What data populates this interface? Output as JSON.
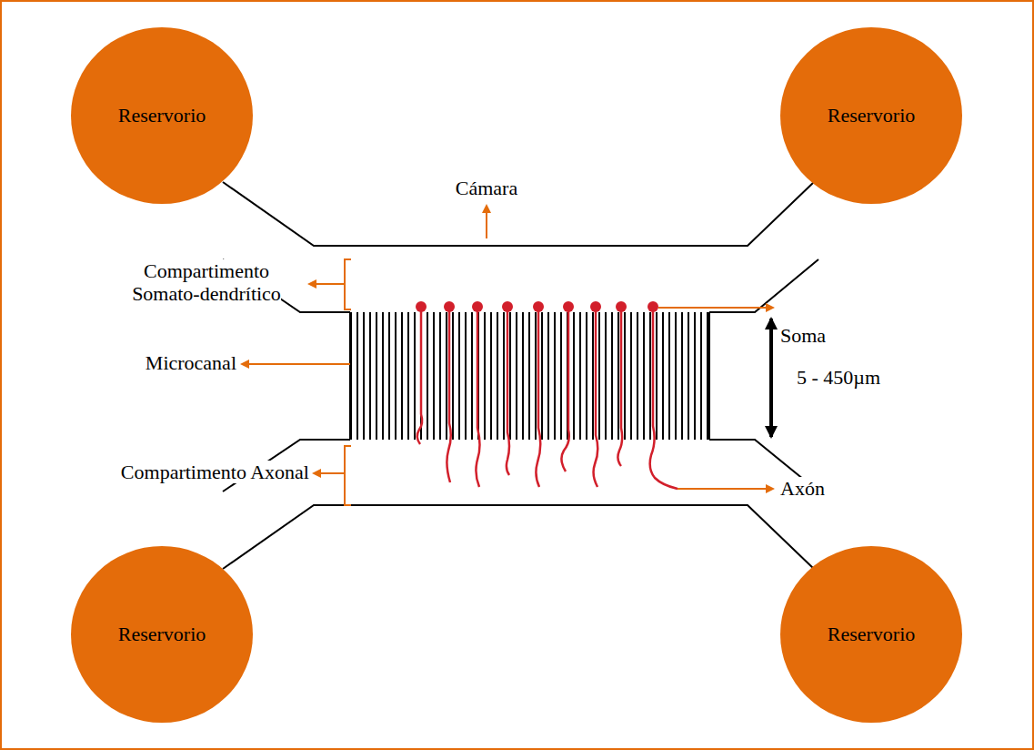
{
  "diagram": {
    "nodes": [
      {
        "text": [
          "Reservorio"
        ]
      },
      {
        "text": [
          "Reservorio"
        ]
      },
      {
        "text": [
          "Reservorio"
        ]
      },
      {
        "text": [
          "Reservorio"
        ]
      }
    ],
    "labels": [
      "Cámara",
      "Compartimento Somato-dendrítico",
      "Soma",
      "Microcanal",
      "5 - 450µm",
      "Compartimento Axonal",
      "Axón"
    ]
  }
}
